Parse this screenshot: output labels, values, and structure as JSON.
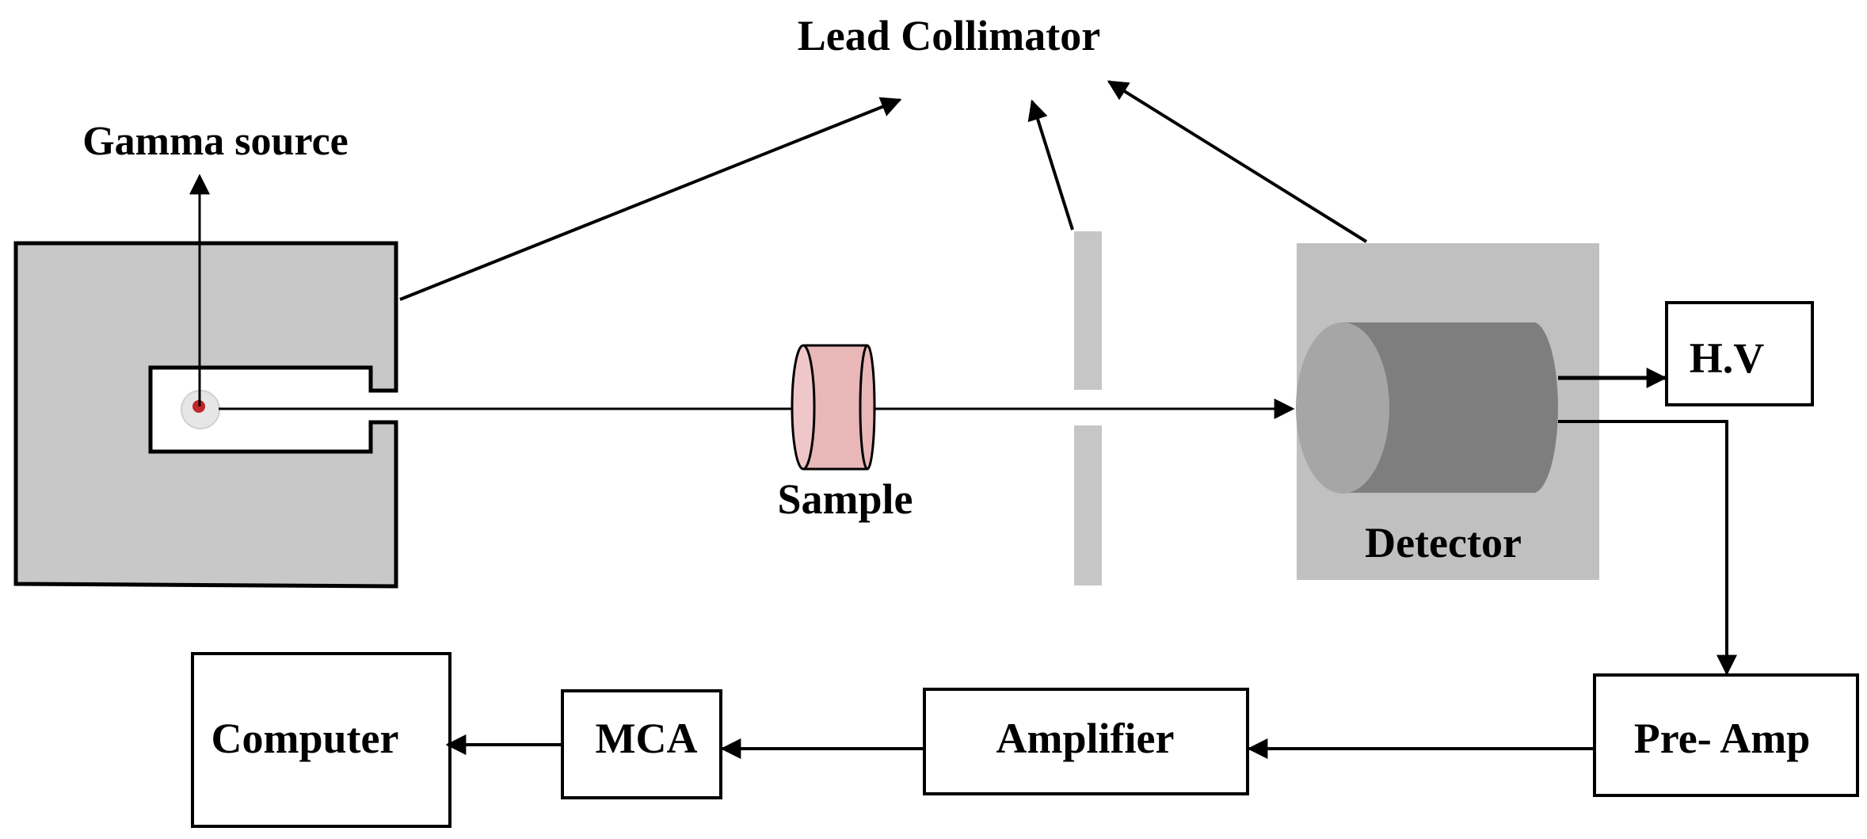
{
  "labels": {
    "lead_collimator": "Lead Collimator",
    "gamma_source": "Gamma source",
    "sample": "Sample",
    "detector": "Detector",
    "hv": "H.V",
    "pre_amp": "Pre- Amp",
    "amplifier": "Amplifier",
    "mca": "MCA",
    "computer": "Computer"
  },
  "colors": {
    "lead_shield": "#c8c8c8",
    "collimator_slab": "#c6c6c6",
    "detector_housing": "#c0c0c0",
    "detector_body": "#7e7e7e",
    "detector_face": "#a6a6a6",
    "sample": "#eab7b8",
    "source_dot": "#c0262b",
    "line": "#000000"
  }
}
